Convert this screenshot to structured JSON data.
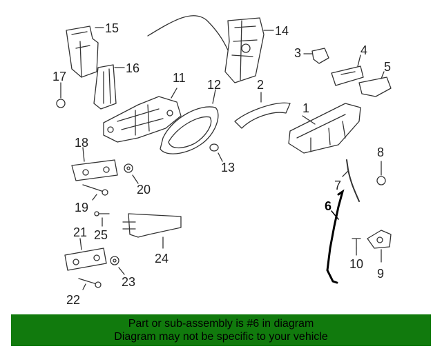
{
  "callouts": [
    "1",
    "2",
    "3",
    "4",
    "5",
    "6",
    "7",
    "8",
    "9",
    "10",
    "11",
    "12",
    "13",
    "14",
    "15",
    "16",
    "17",
    "18",
    "19",
    "20",
    "21",
    "22",
    "23",
    "24",
    "25"
  ],
  "highlighted_part": "6",
  "banner": {
    "line1": "Part or sub-assembly is #6 in diagram",
    "line2": "Diagram may not be specific to your vehicle",
    "color": "#117a0d"
  }
}
